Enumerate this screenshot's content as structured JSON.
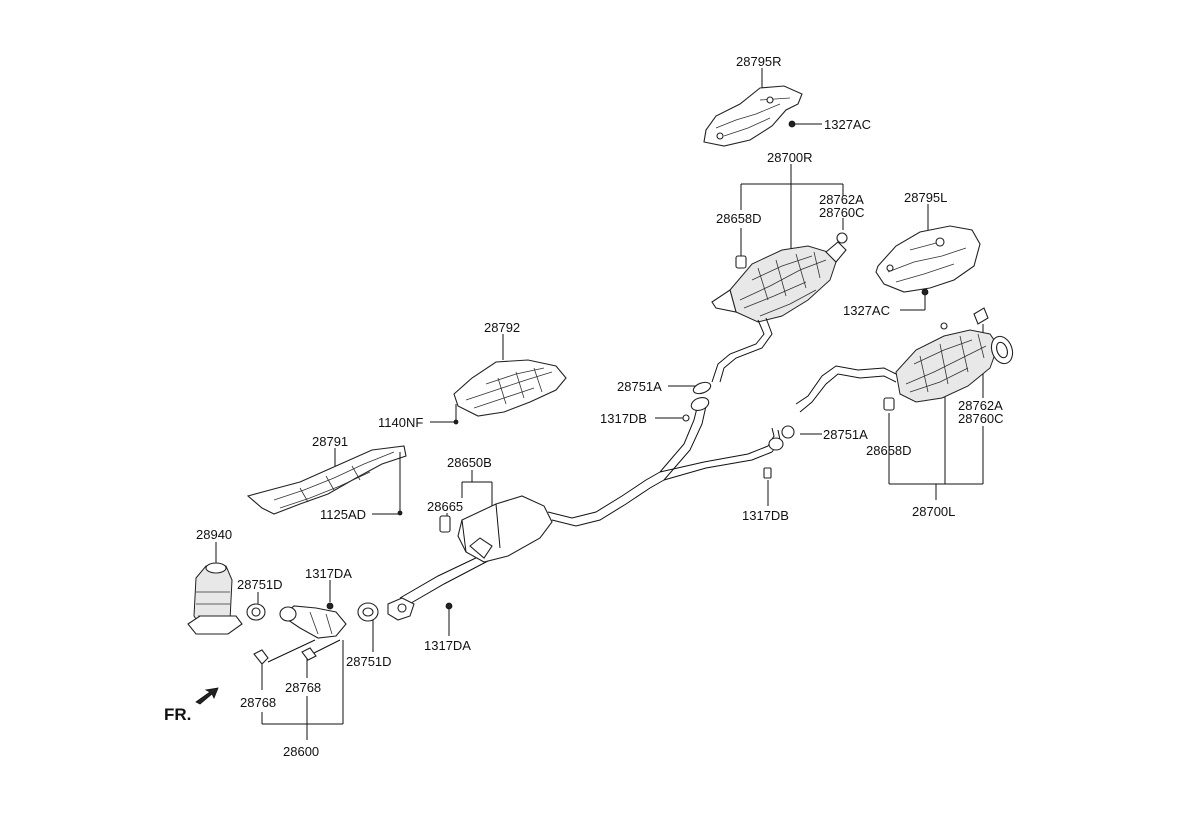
{
  "labels": {
    "p28795R": "28795R",
    "p1327AC_top": "1327AC",
    "p28700R": "28700R",
    "p28658D_top": "28658D",
    "p28762A_top": "28762A",
    "p28760C_top": "28760C",
    "p28795L": "28795L",
    "p1327AC_mid": "1327AC",
    "p28792": "28792",
    "p1140NF": "1140NF",
    "p28751A_left": "28751A",
    "p1317DB_top": "1317DB",
    "p28762A_right": "28762A",
    "p28760C_right": "28760C",
    "p28751A_right": "28751A",
    "p28658D_right": "28658D",
    "p28791": "28791",
    "p28650B": "28650B",
    "p1125AD": "1125AD",
    "p28665": "28665",
    "p1317DB_bottom": "1317DB",
    "p28700L": "28700L",
    "p28940": "28940",
    "p1317DA_top": "1317DA",
    "p28751D_left": "28751D",
    "p28751D_right": "28751D",
    "p1317DA_right": "1317DA",
    "p28768_right": "28768",
    "p28768_left": "28768",
    "p28600": "28600",
    "fr": "FR."
  }
}
